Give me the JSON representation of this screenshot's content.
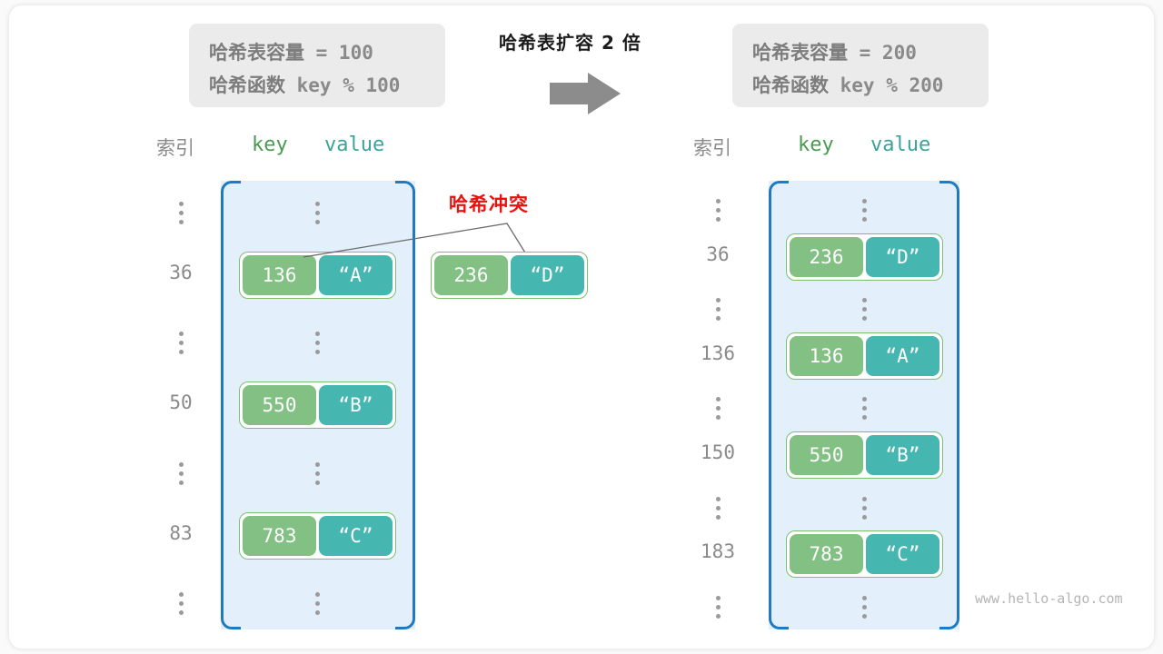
{
  "diagram": {
    "title_middle": "哈希表扩容 2 倍",
    "watermark": "www.hello-algo.com",
    "collision_label": "哈希冲突",
    "colors": {
      "key_fill": "#82c183",
      "value_fill": "#45b7b0",
      "pair_border": "#7fbd6f",
      "bucket_fill": "#e3f0fb",
      "bucket_border": "#1f7ac0",
      "collision_red": "#e8120f",
      "info_box_bg": "#ebebeb",
      "muted_text": "#8a8a8a",
      "arrow_gray": "#8c8c8c"
    }
  },
  "left": {
    "info": {
      "capacity_label": "哈希表容量",
      "capacity_expr": " = 100",
      "hash_label": "哈希函数",
      "hash_expr": " key % 100"
    },
    "header": {
      "index": "索引",
      "key": "key",
      "value": "value"
    },
    "rows": [
      {
        "index": "⋮",
        "type": "dots"
      },
      {
        "index": "36",
        "type": "pair",
        "key": "136",
        "value": "“A”"
      },
      {
        "index": "⋮",
        "type": "dots"
      },
      {
        "index": "50",
        "type": "pair",
        "key": "550",
        "value": "“B”"
      },
      {
        "index": "⋮",
        "type": "dots"
      },
      {
        "index": "83",
        "type": "pair",
        "key": "783",
        "value": "“C”"
      },
      {
        "index": "⋮",
        "type": "dots"
      }
    ],
    "overflow_pair": {
      "key": "236",
      "value": "“D”"
    }
  },
  "right": {
    "info": {
      "capacity_label": "哈希表容量",
      "capacity_expr": " = 200",
      "hash_label": "哈希函数",
      "hash_expr": " key % 200"
    },
    "header": {
      "index": "索引",
      "key": "key",
      "value": "value"
    },
    "rows": [
      {
        "index": "⋮",
        "type": "dots"
      },
      {
        "index": "36",
        "type": "pair",
        "key": "236",
        "value": "“D”"
      },
      {
        "index": "⋮",
        "type": "dots"
      },
      {
        "index": "136",
        "type": "pair",
        "key": "136",
        "value": "“A”"
      },
      {
        "index": "⋮",
        "type": "dots"
      },
      {
        "index": "150",
        "type": "pair",
        "key": "550",
        "value": "“B”"
      },
      {
        "index": "⋮",
        "type": "dots"
      },
      {
        "index": "183",
        "type": "pair",
        "key": "783",
        "value": "“C”"
      },
      {
        "index": "⋮",
        "type": "dots"
      }
    ]
  }
}
